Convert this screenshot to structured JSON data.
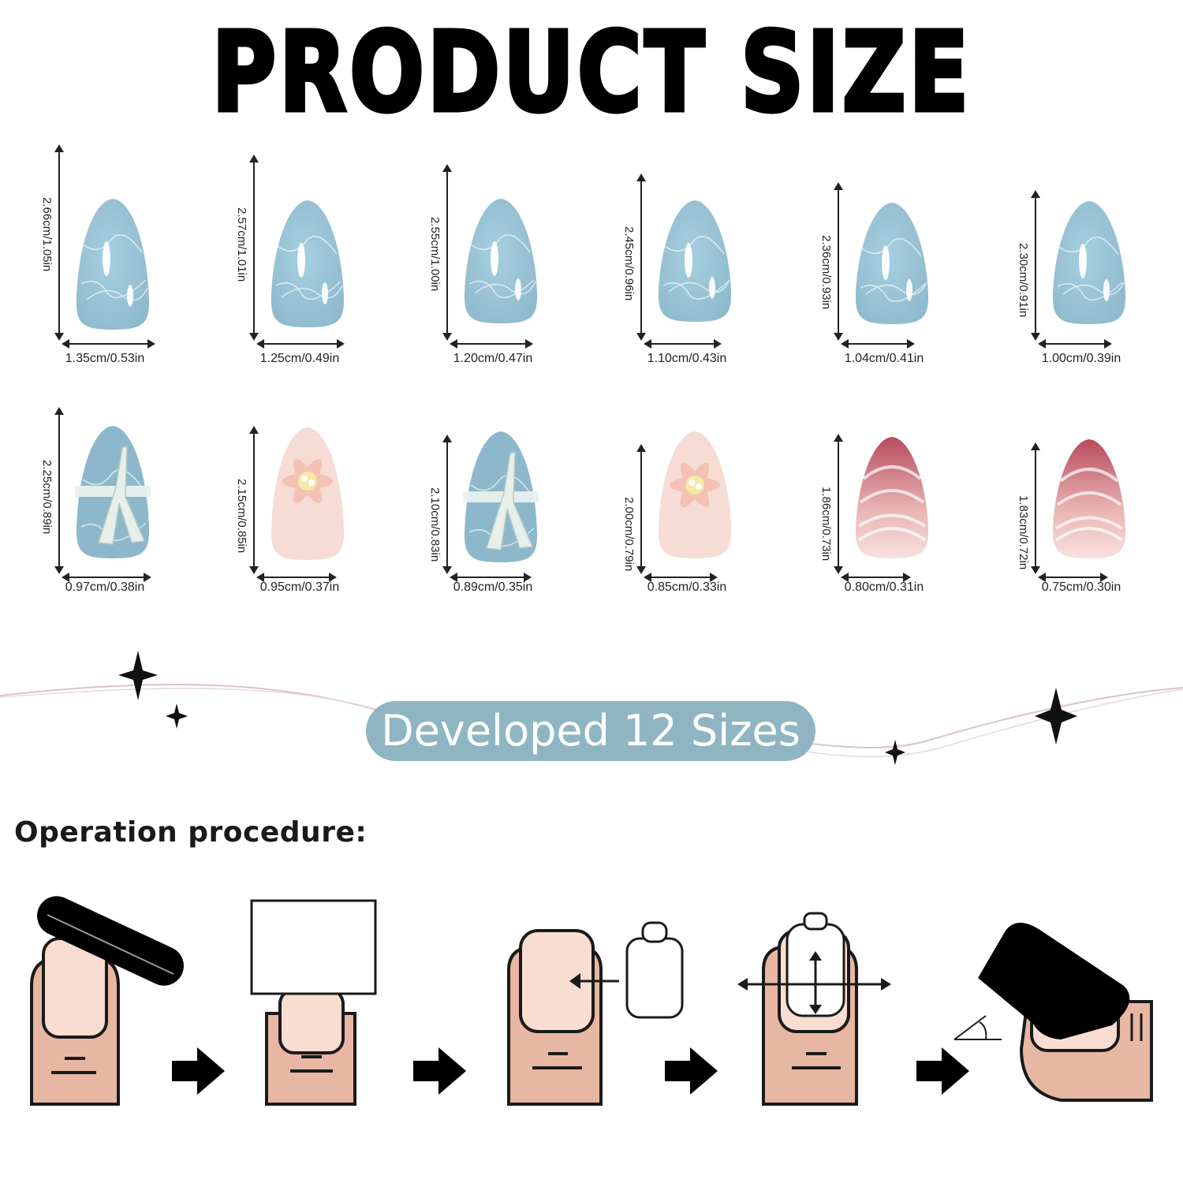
{
  "title": "PRODUCT SIZE",
  "nails_row1": [
    {
      "height_label": "2.66cm/1.05in",
      "width_label": "1.35cm/0.53in",
      "style": "blue-marble"
    },
    {
      "height_label": "2.57cm/1.01in",
      "width_label": "1.25cm/0.49in",
      "style": "blue-marble"
    },
    {
      "height_label": "2.55cm/1.00in",
      "width_label": "1.20cm/0.47in",
      "style": "blue-marble"
    },
    {
      "height_label": "2.45cm/0.96in",
      "width_label": "1.10cm/0.43in",
      "style": "blue-marble"
    },
    {
      "height_label": "2.36cm/0.93in",
      "width_label": "1.04cm/0.41in",
      "style": "blue-marble"
    },
    {
      "height_label": "2.30cm/0.91in",
      "width_label": "1.00cm/0.39in",
      "style": "blue-marble"
    }
  ],
  "nails_row2": [
    {
      "height_label": "2.25cm/0.89in",
      "width_label": "0.97cm/0.38in",
      "style": "blue-starfish"
    },
    {
      "height_label": "2.15cm/0.85in",
      "width_label": "0.95cm/0.37in",
      "style": "pink-flower"
    },
    {
      "height_label": "2.10cm/0.83in",
      "width_label": "0.89cm/0.35in",
      "style": "blue-starfish"
    },
    {
      "height_label": "2.00cm/0.79in",
      "width_label": "0.85cm/0.33in",
      "style": "pink-flower"
    },
    {
      "height_label": "1.86cm/0.73in",
      "width_label": "0.80cm/0.31in",
      "style": "red-shell"
    },
    {
      "height_label": "1.83cm/0.72in",
      "width_label": "0.75cm/0.30in",
      "style": "red-shell"
    }
  ],
  "banner": "Developed 12 Sizes",
  "procedure_title": "Operation procedure:",
  "procedure_steps": [
    "file-nail-icon",
    "prep-pad-icon",
    "choose-size-icon",
    "align-nail-icon",
    "press-nail-icon"
  ],
  "colors": {
    "banner_bg": "#8fb5c2",
    "nail_blue": "#8db8cb",
    "nail_pink": "#f6dcd4",
    "nail_red": "#b84a5c",
    "skin": "#e8b7a3",
    "nailbed": "#f9ddd0"
  }
}
